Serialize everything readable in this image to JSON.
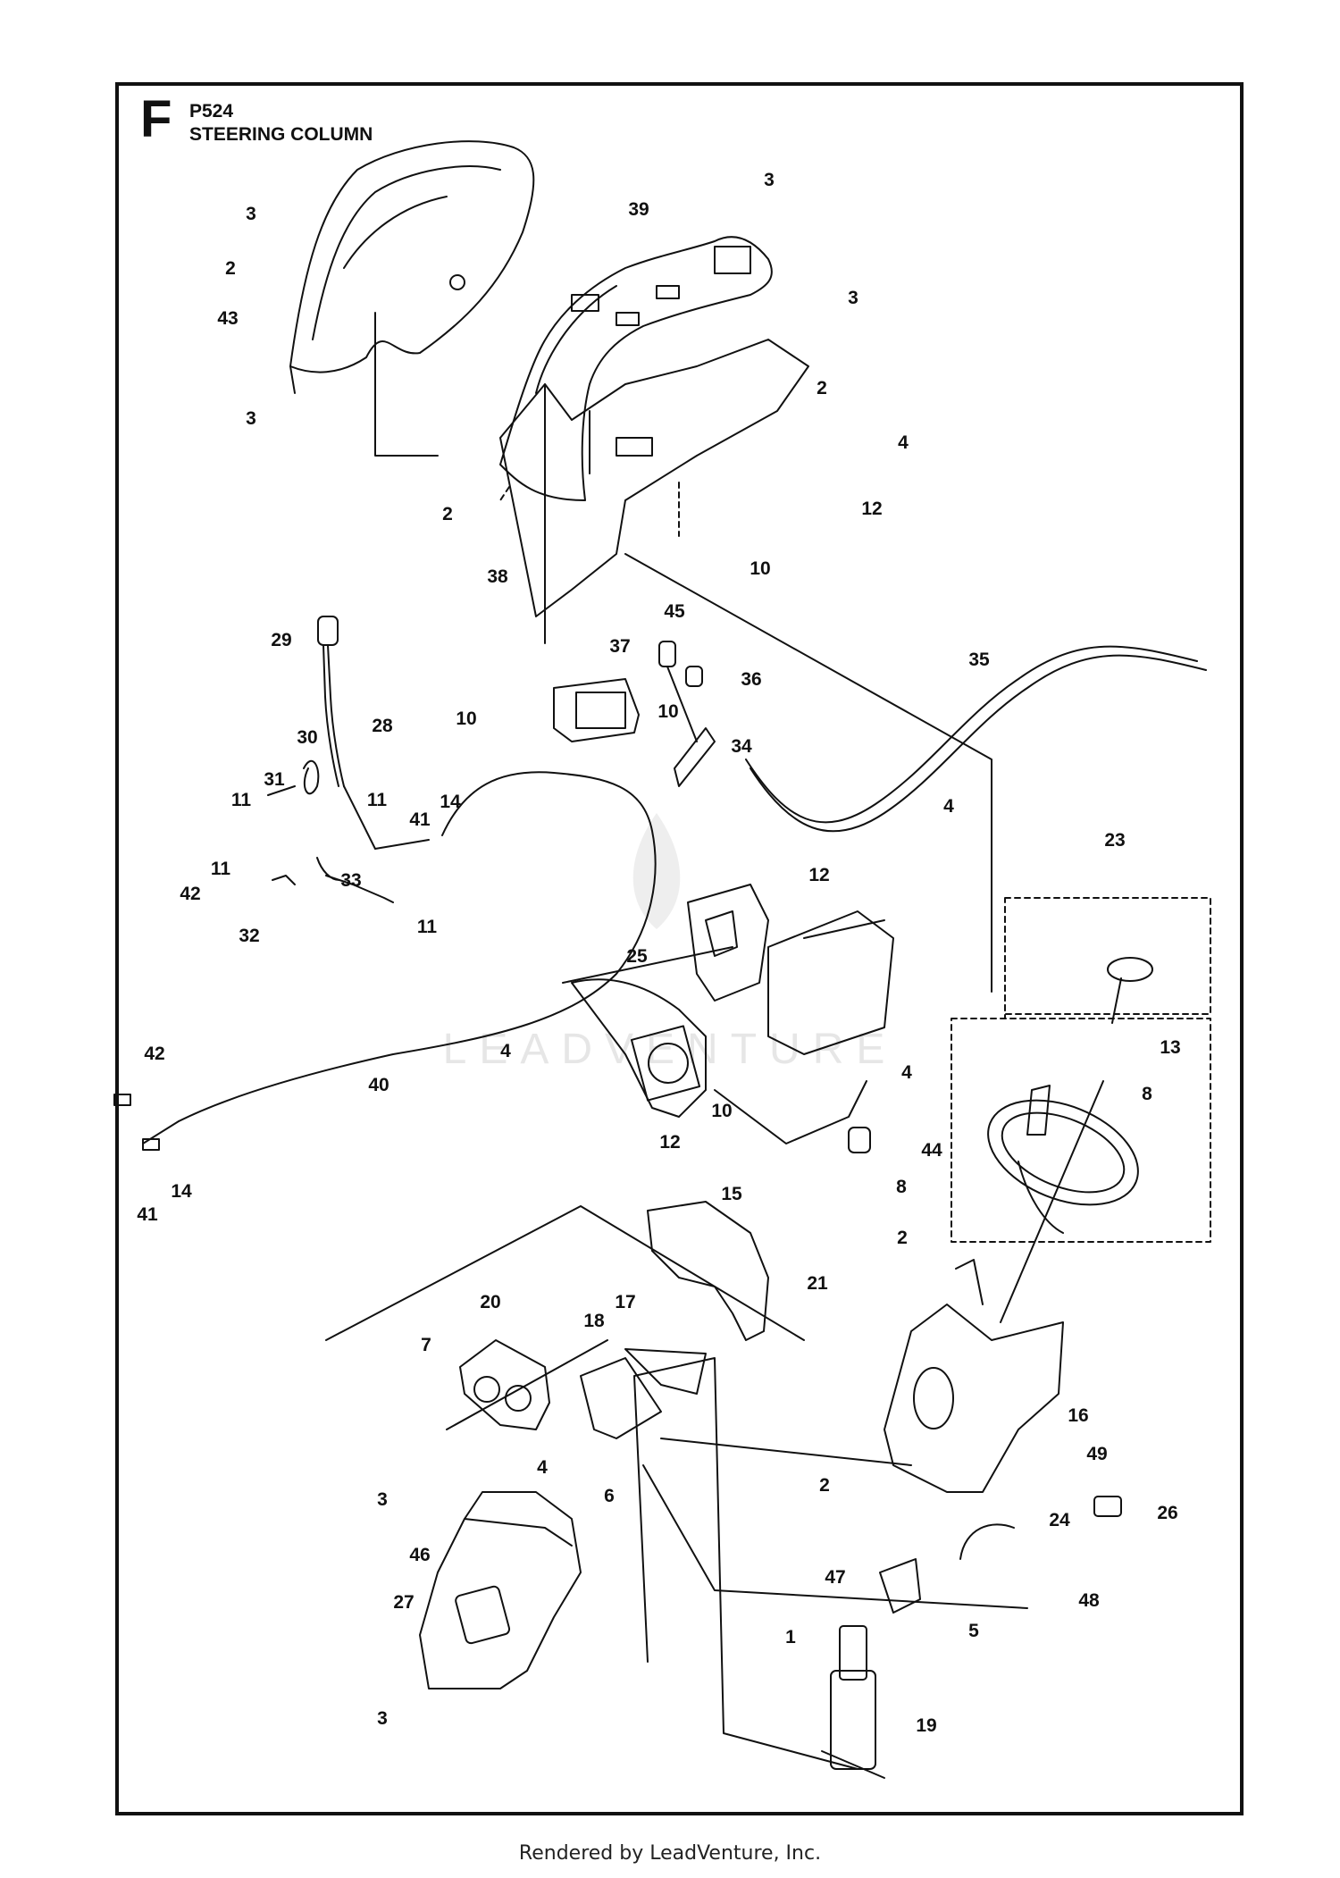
{
  "header": {
    "section": "F",
    "model": "P524",
    "title": "STEERING COLUMN"
  },
  "footer": {
    "credit": "Rendered by LeadVenture, Inc."
  },
  "watermark": {
    "text": "LEADVENTURE"
  },
  "colors": {
    "line": "#111111",
    "background": "#ffffff",
    "watermark": "#e6e6e6"
  },
  "callouts": [
    {
      "id": "c1",
      "label": "3"
    },
    {
      "id": "c2",
      "label": "2"
    },
    {
      "id": "c3",
      "label": "43"
    },
    {
      "id": "c4",
      "label": "3"
    },
    {
      "id": "c5",
      "label": "39"
    },
    {
      "id": "c6",
      "label": "3"
    },
    {
      "id": "c7",
      "label": "3"
    },
    {
      "id": "c8",
      "label": "2"
    },
    {
      "id": "c9",
      "label": "4"
    },
    {
      "id": "c10",
      "label": "12"
    },
    {
      "id": "c11",
      "label": "2"
    },
    {
      "id": "c12",
      "label": "10"
    },
    {
      "id": "c13",
      "label": "38"
    },
    {
      "id": "c14",
      "label": "29"
    },
    {
      "id": "c15",
      "label": "45"
    },
    {
      "id": "c16",
      "label": "37"
    },
    {
      "id": "c17",
      "label": "36"
    },
    {
      "id": "c18",
      "label": "35"
    },
    {
      "id": "c19",
      "label": "28"
    },
    {
      "id": "c20",
      "label": "10"
    },
    {
      "id": "c21",
      "label": "10"
    },
    {
      "id": "c22",
      "label": "34"
    },
    {
      "id": "c23",
      "label": "30"
    },
    {
      "id": "c24",
      "label": "31"
    },
    {
      "id": "c25",
      "label": "11"
    },
    {
      "id": "c26",
      "label": "11"
    },
    {
      "id": "c27",
      "label": "41"
    },
    {
      "id": "c28",
      "label": "14"
    },
    {
      "id": "c29",
      "label": "4"
    },
    {
      "id": "c30",
      "label": "12"
    },
    {
      "id": "c31",
      "label": "23"
    },
    {
      "id": "c32",
      "label": "11"
    },
    {
      "id": "c33",
      "label": "33"
    },
    {
      "id": "c34",
      "label": "42"
    },
    {
      "id": "c35",
      "label": "32"
    },
    {
      "id": "c36",
      "label": "11"
    },
    {
      "id": "c37",
      "label": "25"
    },
    {
      "id": "c38",
      "label": "13"
    },
    {
      "id": "c39",
      "label": "42"
    },
    {
      "id": "c40",
      "label": "4"
    },
    {
      "id": "c41",
      "label": "40"
    },
    {
      "id": "c42",
      "label": "4"
    },
    {
      "id": "c43",
      "label": "8"
    },
    {
      "id": "c44",
      "label": "10"
    },
    {
      "id": "c45",
      "label": "12"
    },
    {
      "id": "c46",
      "label": "44"
    },
    {
      "id": "c47",
      "label": "41"
    },
    {
      "id": "c48",
      "label": "14"
    },
    {
      "id": "c49",
      "label": "15"
    },
    {
      "id": "c50",
      "label": "8"
    },
    {
      "id": "c51",
      "label": "2"
    },
    {
      "id": "c52",
      "label": "21"
    },
    {
      "id": "c53",
      "label": "20"
    },
    {
      "id": "c54",
      "label": "17"
    },
    {
      "id": "c55",
      "label": "18"
    },
    {
      "id": "c56",
      "label": "7"
    },
    {
      "id": "c57",
      "label": "16"
    },
    {
      "id": "c58",
      "label": "49"
    },
    {
      "id": "c59",
      "label": "4"
    },
    {
      "id": "c60",
      "label": "6"
    },
    {
      "id": "c61",
      "label": "2"
    },
    {
      "id": "c62",
      "label": "26"
    },
    {
      "id": "c63",
      "label": "3"
    },
    {
      "id": "c64",
      "label": "24"
    },
    {
      "id": "c65",
      "label": "46"
    },
    {
      "id": "c66",
      "label": "47"
    },
    {
      "id": "c67",
      "label": "48"
    },
    {
      "id": "c68",
      "label": "27"
    },
    {
      "id": "c69",
      "label": "1"
    },
    {
      "id": "c70",
      "label": "5"
    },
    {
      "id": "c71",
      "label": "3"
    },
    {
      "id": "c72",
      "label": "19"
    }
  ]
}
